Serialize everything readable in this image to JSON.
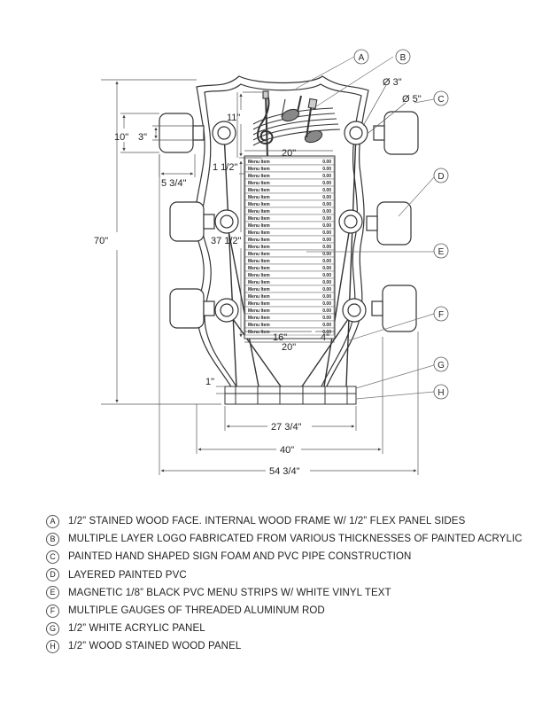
{
  "dimensions": {
    "d_11": "11\"",
    "d_10": "10\"",
    "d_3": "3\"",
    "d_5_3_4": "5 3/4\"",
    "d_1_1_2": "1 1/2\"",
    "d_20_top": "20\"",
    "d_70": "70\"",
    "d_37_1_2": "37 1/2\"",
    "d_16": "16\"",
    "d_4": "4\"",
    "d_20_bottom": "20\"",
    "d_1": "1\"",
    "d_27_3_4": "27 3/4\"",
    "d_40": "40\"",
    "d_54_3_4": "54 3/4\"",
    "dia_3": "Ø 3\"",
    "dia_5": "Ø 5\""
  },
  "callouts": [
    "A",
    "B",
    "C",
    "D",
    "E",
    "F",
    "G",
    "H"
  ],
  "menu": {
    "item_label": "Menu Item",
    "item_price": "0.00",
    "row_count": 25
  },
  "legend": [
    {
      "letter": "A",
      "text": "1/2” STAINED WOOD FACE. INTERNAL WOOD FRAME W/ 1/2” FLEX PANEL SIDES"
    },
    {
      "letter": "B",
      "text": "MULTIPLE LAYER LOGO FABRICATED FROM VARIOUS THICKNESSES OF PAINTED ACRYLIC"
    },
    {
      "letter": "C",
      "text": "PAINTED HAND SHAPED SIGN FOAM AND PVC PIPE CONSTRUCTION"
    },
    {
      "letter": "D",
      "text": "LAYERED PAINTED PVC"
    },
    {
      "letter": "E",
      "text": "MAGNETIC 1/8” BLACK PVC MENU STRIPS W/ WHITE VINYL TEXT"
    },
    {
      "letter": "F",
      "text": "MULTIPLE GAUGES OF THREADED ALUMINUM ROD"
    },
    {
      "letter": "G",
      "text": "1/2” WHITE ACRYLIC PANEL"
    },
    {
      "letter": "H",
      "text": "1/2” WOOD STAINED WOOD PANEL"
    }
  ]
}
